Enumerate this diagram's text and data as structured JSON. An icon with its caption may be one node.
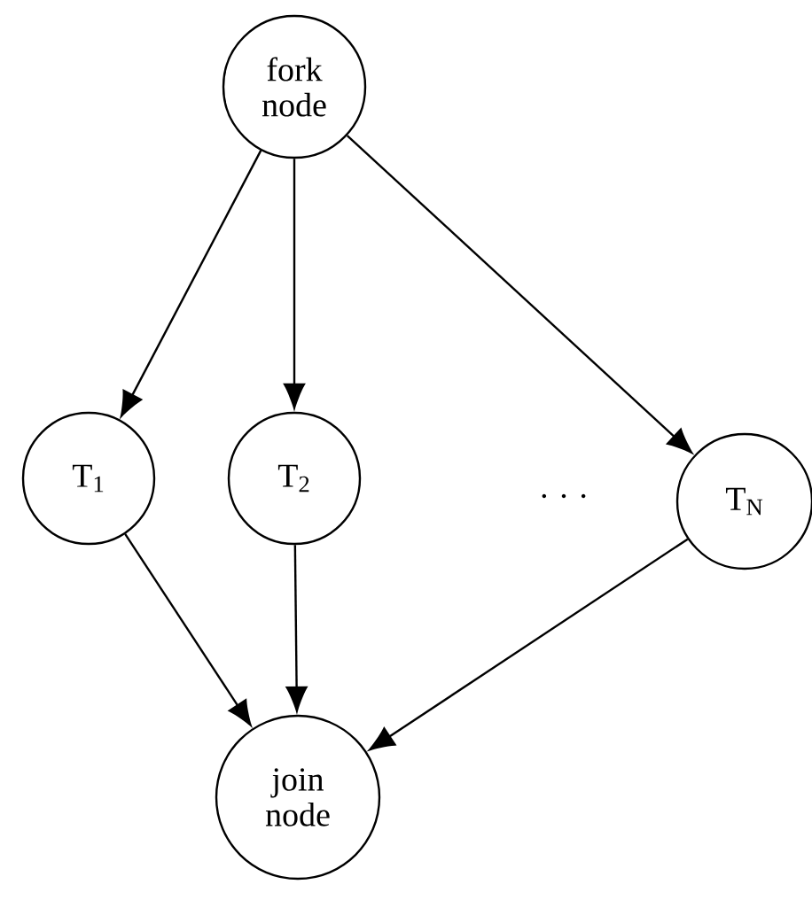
{
  "diagram": {
    "nodes": [
      {
        "text": [
          "fork node"
        ]
      },
      {
        "text": [
          "T$_{1}$"
        ]
      },
      {
        "text": [
          "T$_{2}$"
        ]
      },
      {
        "text": [
          "T$_{N}$"
        ]
      },
      {
        "text": [
          "join node"
        ]
      }
    ],
    "edges": [
      {
        "from": 0,
        "to": 1,
        "arrow": "to"
      },
      {
        "from": 0,
        "to": 2,
        "arrow": "to"
      },
      {
        "from": 0,
        "to": 3,
        "arrow": "to"
      },
      {
        "from": 1,
        "to": 4,
        "arrow": "to"
      },
      {
        "from": 2,
        "to": 4,
        "arrow": "to"
      },
      {
        "from": 3,
        "to": 4,
        "arrow": "to"
      }
    ],
    "labels": [
      ". . ."
    ]
  }
}
